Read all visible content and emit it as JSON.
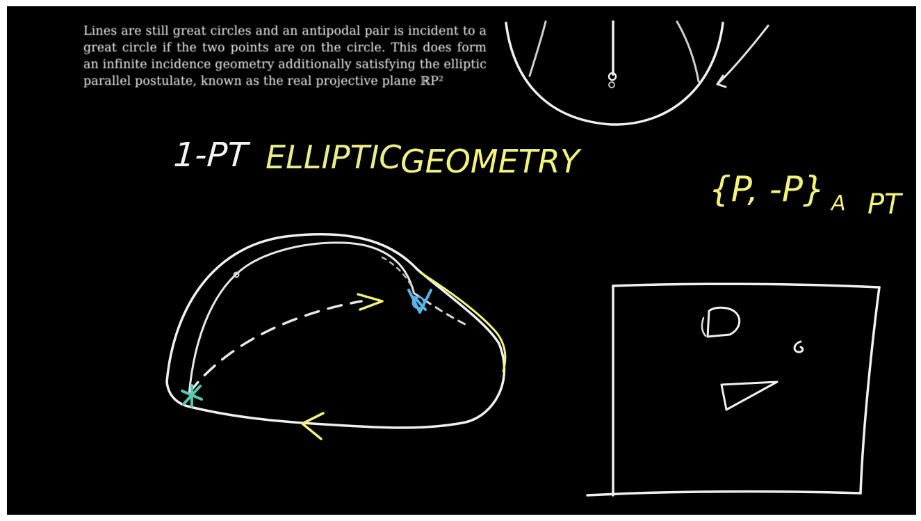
{
  "excerpt": {
    "text": "Lines are still great circles and an antipodal pair is incident to a great circle if the two points are on the circle. This does form an infinite incidence geometry additionally satisfying the elliptic parallel postulate, known as the real projective plane ℝP²"
  },
  "title": {
    "prefix": "1-PT",
    "word1": "ELLIPTIC",
    "word2": "GEOMETRY"
  },
  "pair_note": {
    "set": "{P, -P}",
    "a": "A",
    "pt": "PT"
  },
  "colors": {
    "background": "#000000",
    "chalk_white": "#f2f2f2",
    "chalk_yellow": "#f4f47a",
    "marker_blue": "#5ab4e8",
    "marker_teal": "#58c8b0"
  }
}
